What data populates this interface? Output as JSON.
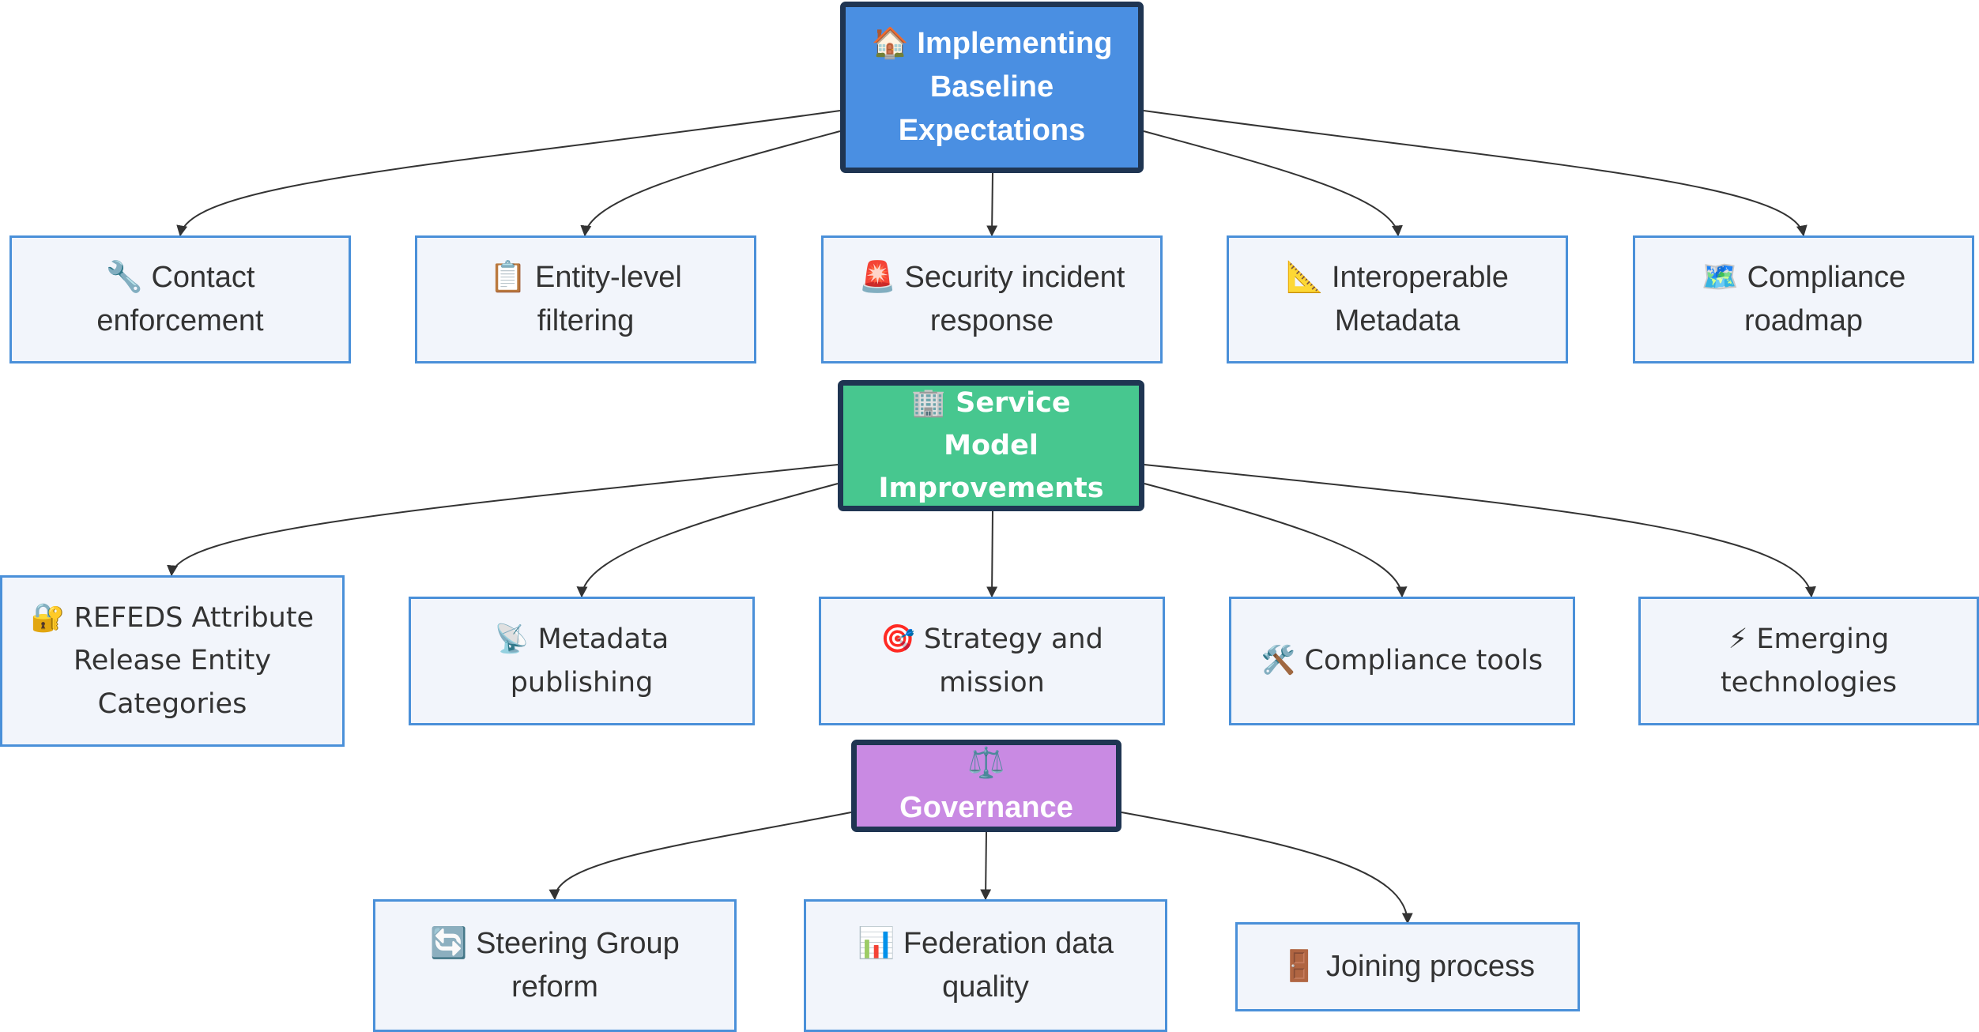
{
  "hubs": [
    {
      "label": "🏠 Implementing Baseline Expectations",
      "icon": "house-icon",
      "color": "#4a8fe2",
      "children": [
        {
          "label": "🔧 Contact enforcement",
          "icon": "wrench-icon"
        },
        {
          "label": "📋 Entity-level filtering",
          "icon": "clipboard-icon"
        },
        {
          "label": "🚨 Security incident response",
          "icon": "siren-icon"
        },
        {
          "label": "📐 Interoperable Metadata",
          "icon": "triangular-ruler-icon"
        },
        {
          "label": "🗺️ Compliance roadmap",
          "icon": "map-icon"
        }
      ]
    },
    {
      "label": "🏢 Service Model Improvements",
      "icon": "office-building-icon",
      "color": "#47c78f",
      "children": [
        {
          "label": "🔐 REFEDS Attribute Release Entity Categories",
          "icon": "lock-with-key-icon"
        },
        {
          "label": "📡 Metadata publishing",
          "icon": "satellite-antenna-icon"
        },
        {
          "label": "🎯 Strategy and mission",
          "icon": "target-icon"
        },
        {
          "label": "🛠️ Compliance tools",
          "icon": "tools-icon"
        },
        {
          "label": "⚡ Emerging technologies",
          "icon": "lightning-icon"
        }
      ]
    },
    {
      "label": "⚖️ Governance",
      "icon": "balance-scale-icon",
      "color": "#c98ae3",
      "children": [
        {
          "label": "🔄 Steering Group reform",
          "icon": "arrows-cycle-icon"
        },
        {
          "label": "📊 Federation data quality",
          "icon": "bar-chart-icon"
        },
        {
          "label": "🚪 Joining process",
          "icon": "door-icon"
        }
      ]
    }
  ],
  "colors": {
    "node_fill": "#f2f5fb",
    "node_border": "#4a90d9",
    "hub_border": "#1f3552",
    "edge": "#333333",
    "text": "#333333"
  }
}
